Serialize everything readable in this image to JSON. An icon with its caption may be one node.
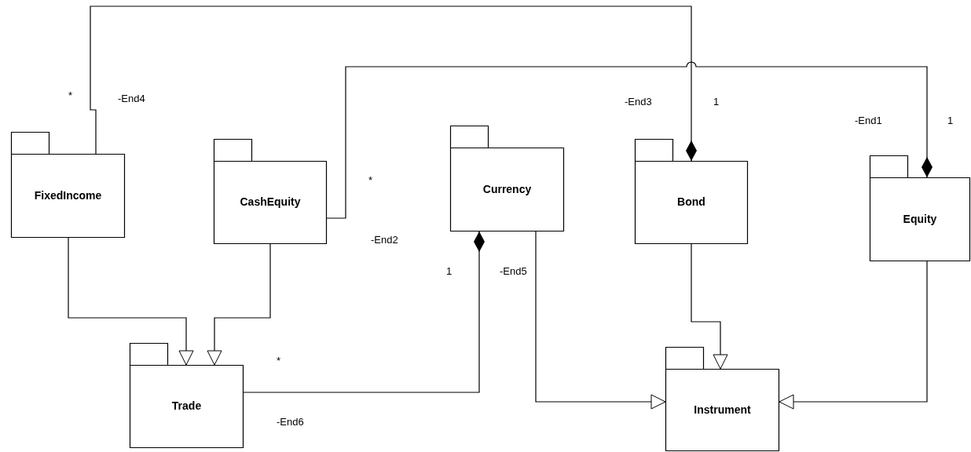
{
  "diagram": {
    "nodes": [
      {
        "text": [
          "FixedIncome"
        ]
      },
      {
        "text": [
          "CashEquity"
        ]
      },
      {
        "text": [
          "Currency"
        ]
      },
      {
        "text": [
          "Bond"
        ]
      },
      {
        "text": [
          "Equity"
        ]
      },
      {
        "text": [
          "Trade"
        ]
      },
      {
        "text": [
          "Instrument"
        ]
      }
    ],
    "edges": [
      {
        "from": 0,
        "to": 5,
        "arrow": "to"
      },
      {
        "from": 1,
        "to": 5,
        "arrow": "to"
      },
      {
        "from": 3,
        "to": 6,
        "arrow": "to"
      },
      {
        "from": 2,
        "to": 6,
        "arrow": "to"
      },
      {
        "from": 4,
        "to": 6,
        "arrow": "to"
      },
      {
        "from": 0,
        "to": 3,
        "arrow": "other"
      },
      {
        "from": 1,
        "to": 4,
        "arrow": "other"
      },
      {
        "from": 5,
        "to": 2,
        "arrow": "other"
      }
    ],
    "labels": [
      "*",
      "-End4",
      "-End3",
      "1",
      "-End1",
      "1",
      "*",
      "-End2",
      "1",
      "-End5",
      "*",
      "-End6"
    ]
  }
}
